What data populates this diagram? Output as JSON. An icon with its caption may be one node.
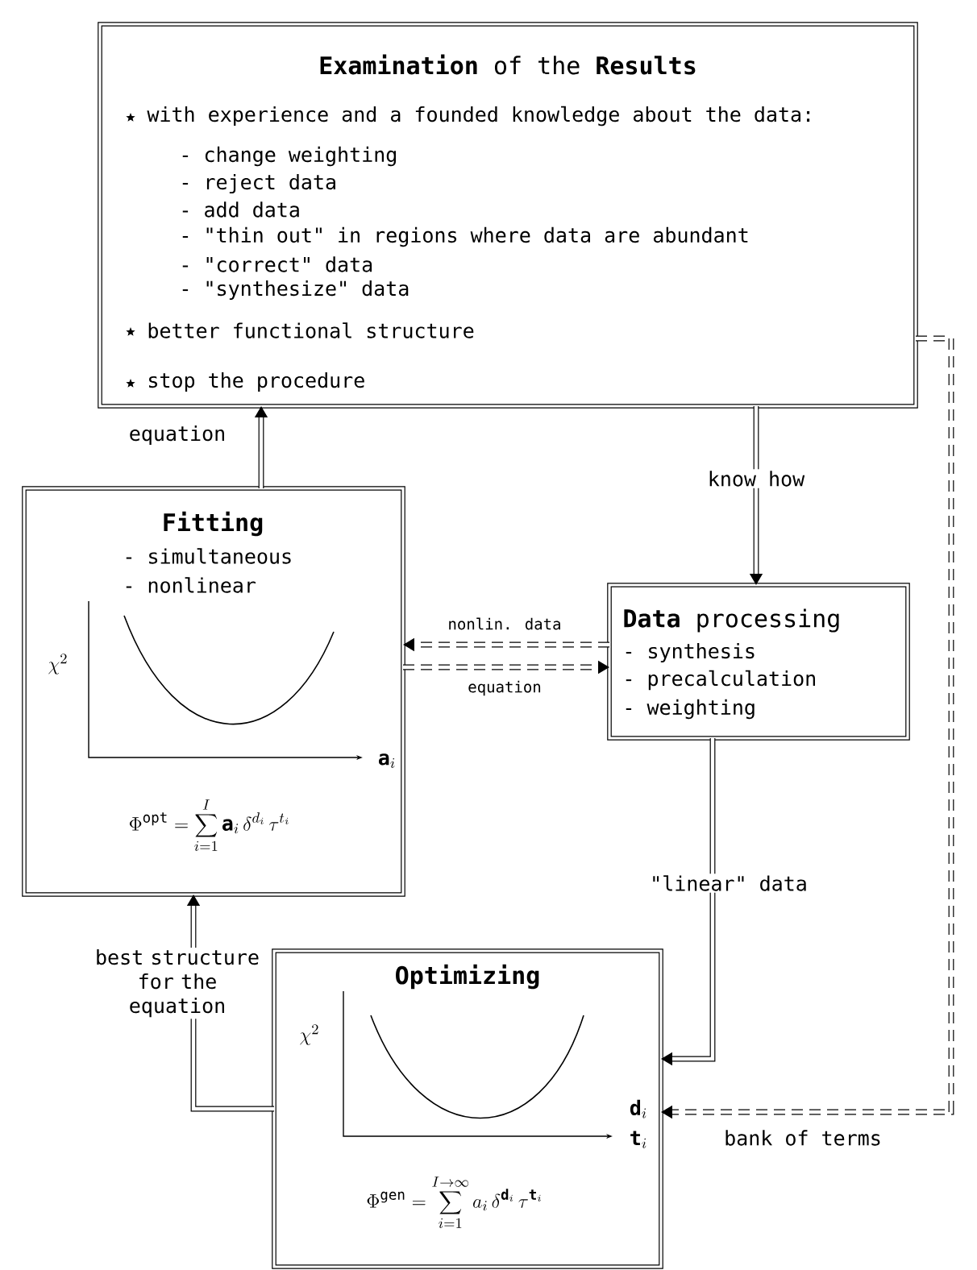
{
  "diagram": {
    "nodes": [
      {
        "text": [
          "**Examination** of the **Results**",
          "with experience and a founded knowledge about the data:",
          "- change weighting",
          "- reject data",
          "- add data",
          "- \"thin out\" in regions where data are abundant",
          "- \"correct\" data",
          "- \"synthesize\" data",
          "better functional structure",
          "stop the procedure"
        ]
      },
      {
        "text": [
          "Fitting",
          "- simultaneous",
          "- nonlinear",
          "\\chi^2",
          "\\mathbf{a}_i",
          "\\Phi^{\\mathrm{opt}} = \\sum_{i=1}^{I} \\mathbf{a}_i\\, \\delta^{d_i}\\, \\tau^{t_i}"
        ]
      },
      {
        "text": [
          "**Data** processing",
          "- synthesis",
          "- precalculation",
          "- weighting"
        ]
      },
      {
        "text": [
          "Optimizing",
          "\\chi^2",
          "\\mathbf{d}_i",
          "\\mathbf{t}_i",
          "\\Phi^{\\mathrm{gen}} = \\sum_{i=1}^{I\\to\\infty} a_i\\, \\delta^{\\mathbf{d}_i}\\, \\tau^{\\mathbf{t}_i}"
        ]
      }
    ],
    "edges": [
      {
        "from": 1,
        "to": 0,
        "arrow": "to",
        "label": "equation"
      },
      {
        "from": 0,
        "to": 2,
        "arrow": "to",
        "label": "know how"
      },
      {
        "from": 2,
        "to": 1,
        "arrow": "to",
        "label": "nonlin. data",
        "style": "dashed"
      },
      {
        "from": 1,
        "to": 2,
        "arrow": "to",
        "label": "equation",
        "style": "dashed"
      },
      {
        "from": 2,
        "to": 3,
        "arrow": "to",
        "label": "\"linear\" data"
      },
      {
        "from": 3,
        "to": 1,
        "arrow": "to",
        "label": "best structure for the equation"
      },
      {
        "from": 0,
        "to": 3,
        "arrow": "to",
        "label": "bank of terms",
        "style": "dashed"
      }
    ]
  }
}
